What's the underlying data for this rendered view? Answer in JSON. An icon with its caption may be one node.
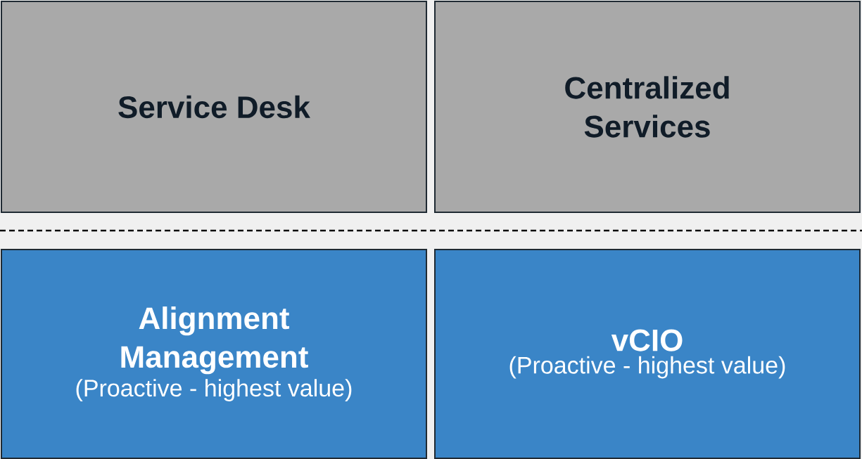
{
  "diagram": {
    "nodes": [
      {
        "text": [
          "Service Desk"
        ]
      },
      {
        "text": [
          "Centralized Services"
        ]
      },
      {
        "text": [
          "Alignment Management",
          "(Proactive - highest value)"
        ]
      },
      {
        "text": [
          "vCIO",
          "(Proactive - highest value)"
        ]
      }
    ]
  }
}
